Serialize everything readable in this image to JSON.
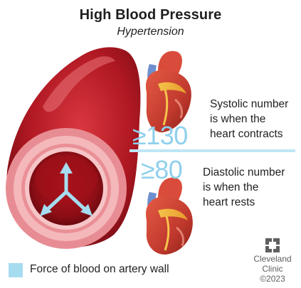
{
  "header": {
    "title": "High Blood Pressure",
    "subtitle": "Hypertension"
  },
  "systolic": {
    "value": "≥130",
    "description": "Systolic number\nis when the\nheart contracts"
  },
  "diastolic": {
    "value": "≥80",
    "description": "Diastolic number\nis when the\nheart rests"
  },
  "legend": {
    "label": "Force of blood on artery wall",
    "color": "#a6dcef"
  },
  "logo": {
    "line1": "Cleveland",
    "line2": "Clinic",
    "line3": "©2023"
  },
  "colors": {
    "artery_dark": "#8b0f17",
    "artery_red": "#c51f2a",
    "vessel_pink": "#f0a4a8",
    "number_blue": "#8fd0ec",
    "divider_blue": "#bfe6f5"
  }
}
